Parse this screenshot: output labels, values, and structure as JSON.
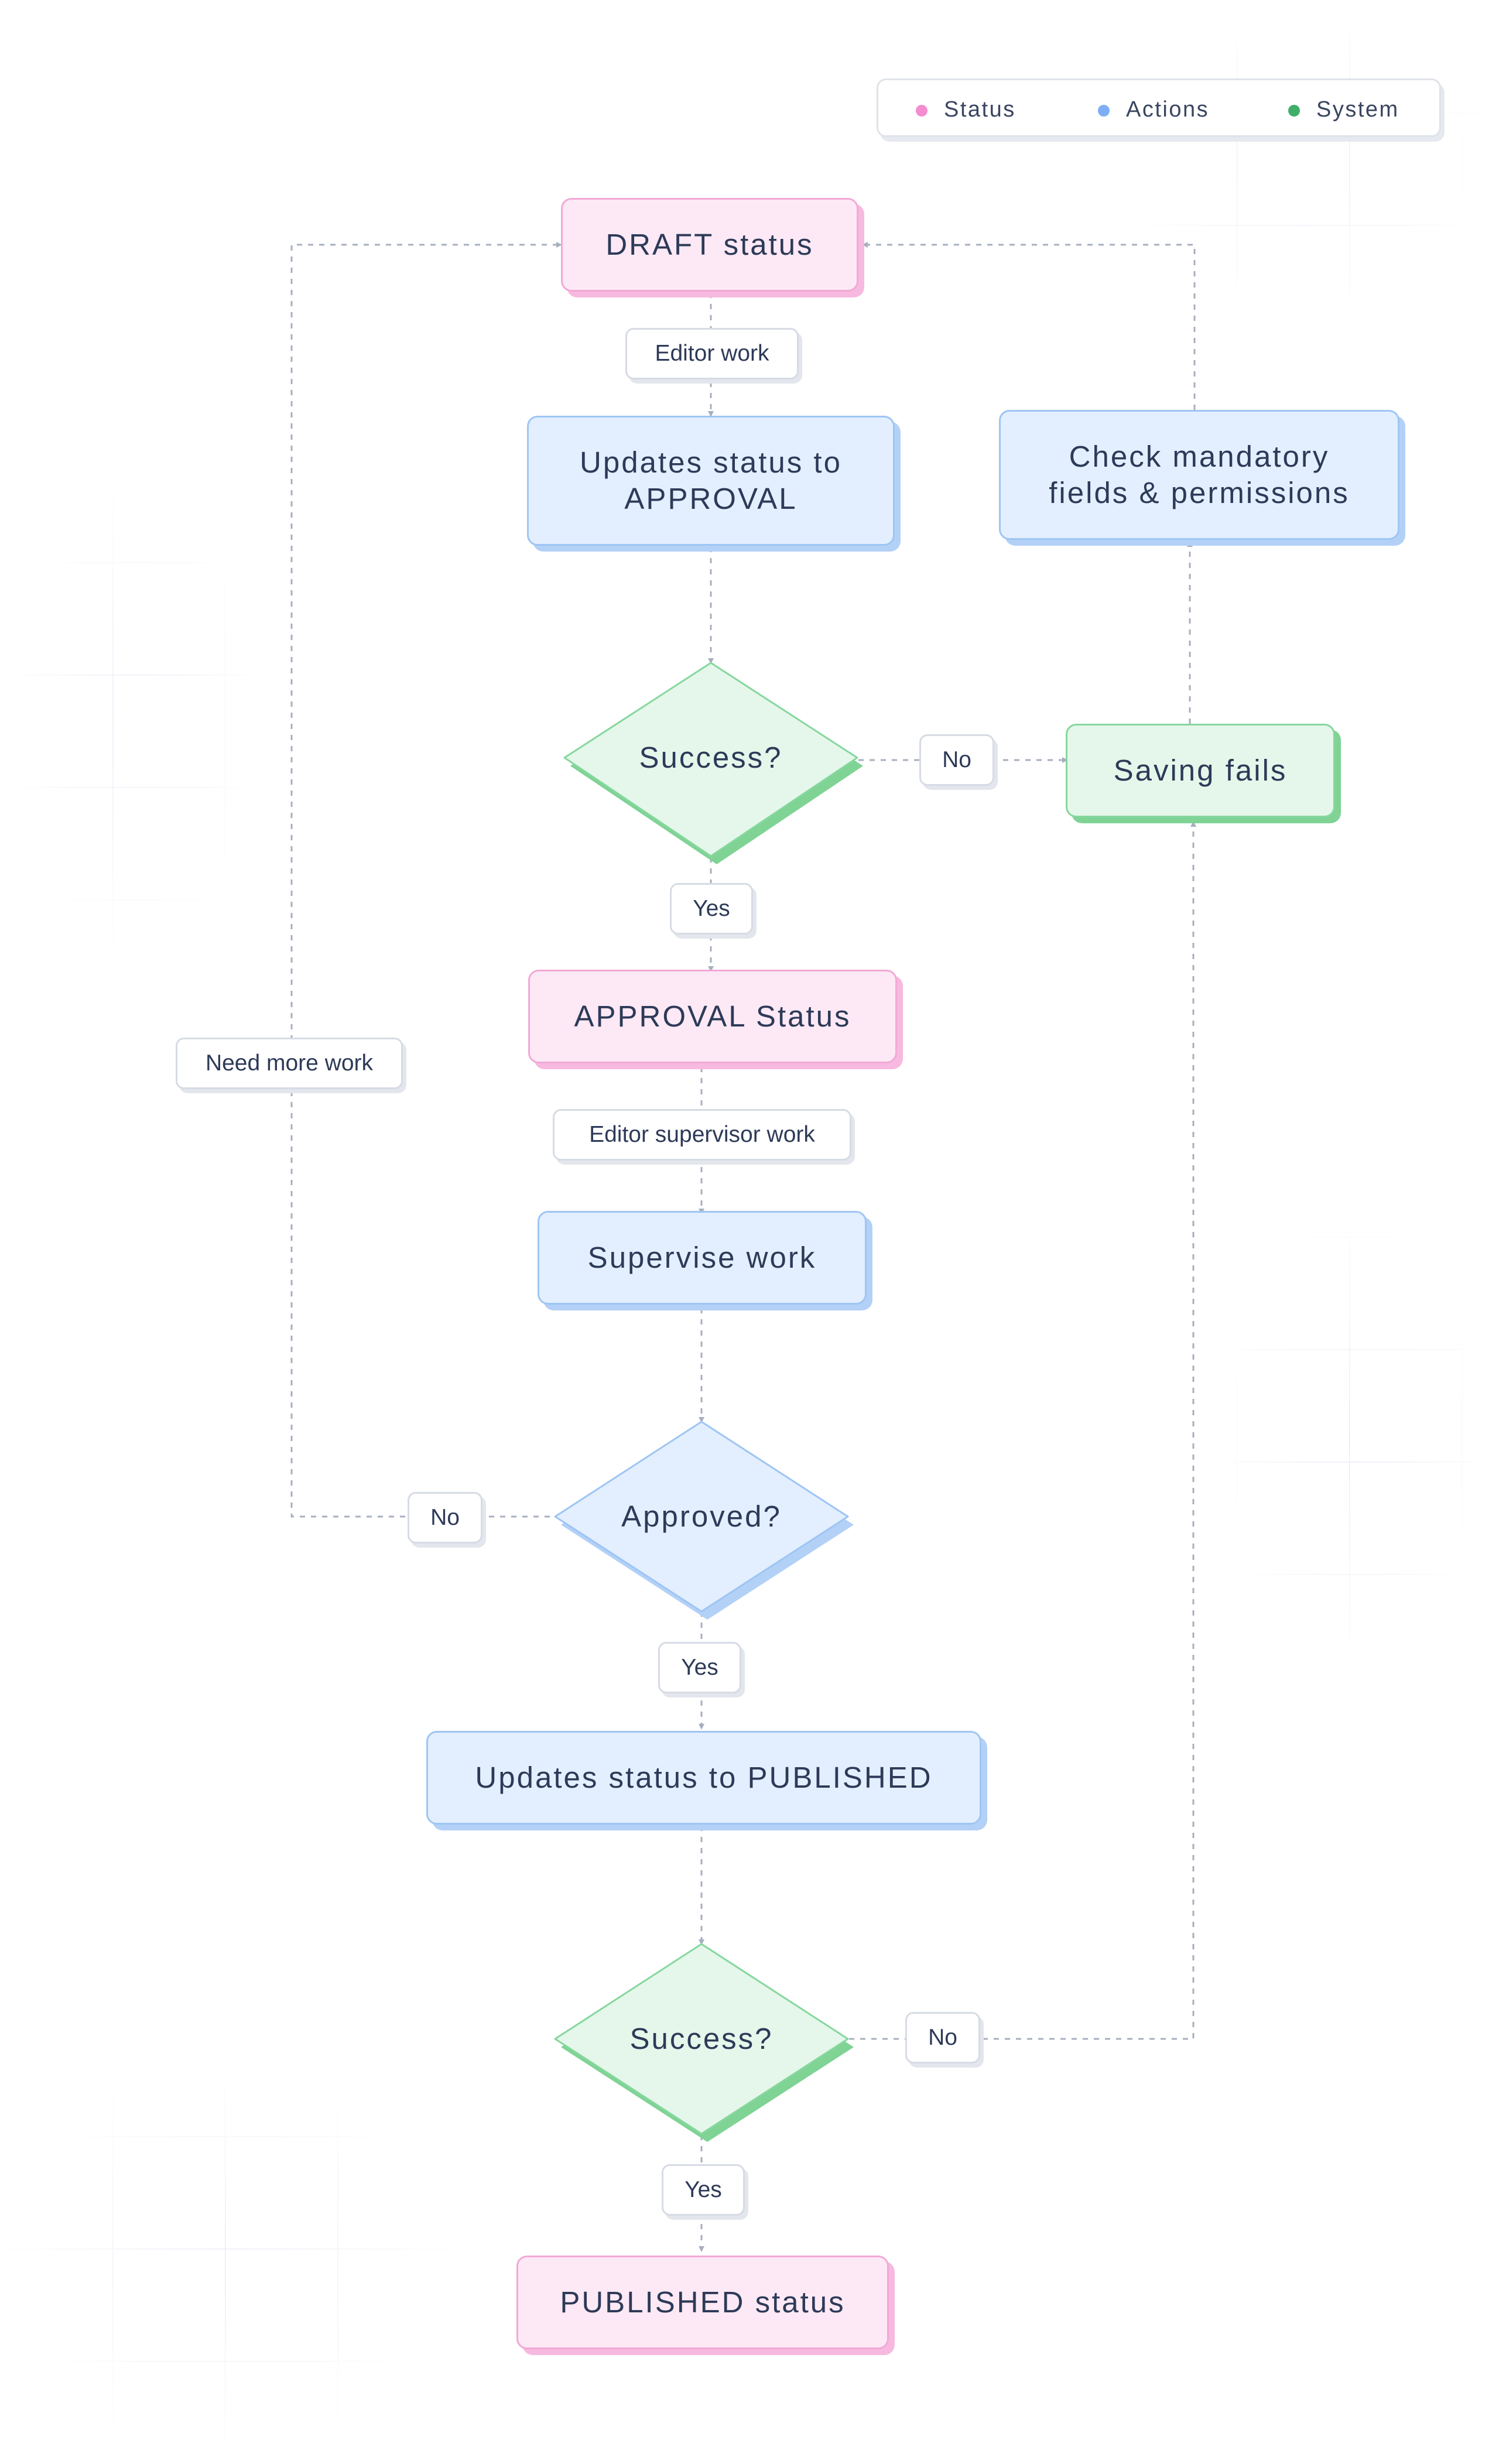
{
  "legend": {
    "items": [
      {
        "label": "Status",
        "color": "#f48ccf"
      },
      {
        "label": "Actions",
        "color": "#7eaef5"
      },
      {
        "label": "System",
        "color": "#3fae6a"
      }
    ]
  },
  "nodes": {
    "draft_status": "DRAFT status",
    "update_approval_line1": "Updates status to",
    "update_approval_line2": "APPROVAL",
    "check_mandatory_line1": "Check mandatory",
    "check_mandatory_line2": "fields & permissions",
    "success_1": "Success?",
    "saving_fails": "Saving fails",
    "approval_status": "APPROVAL Status",
    "supervise_work": "Supervise work",
    "approved": "Approved?",
    "update_published": "Updates status to PUBLISHED",
    "success_2": "Success?",
    "published_status": "PUBLISHED status"
  },
  "edge_labels": {
    "editor_work": "Editor work",
    "no_1": "No",
    "yes_1": "Yes",
    "need_more_work": "Need more work",
    "editor_supervisor_work": "Editor supervisor work",
    "no_2": "No",
    "yes_2": "Yes",
    "no_3": "No",
    "yes_3": "Yes"
  },
  "colors": {
    "status_fill": "#fde9f5",
    "status_border": "#f2a9d6",
    "action_fill": "#e3efff",
    "action_border": "#9ec5f3",
    "system_fill": "#e5f7ea",
    "system_border": "#86d79e",
    "connector": "#a7afbf"
  }
}
